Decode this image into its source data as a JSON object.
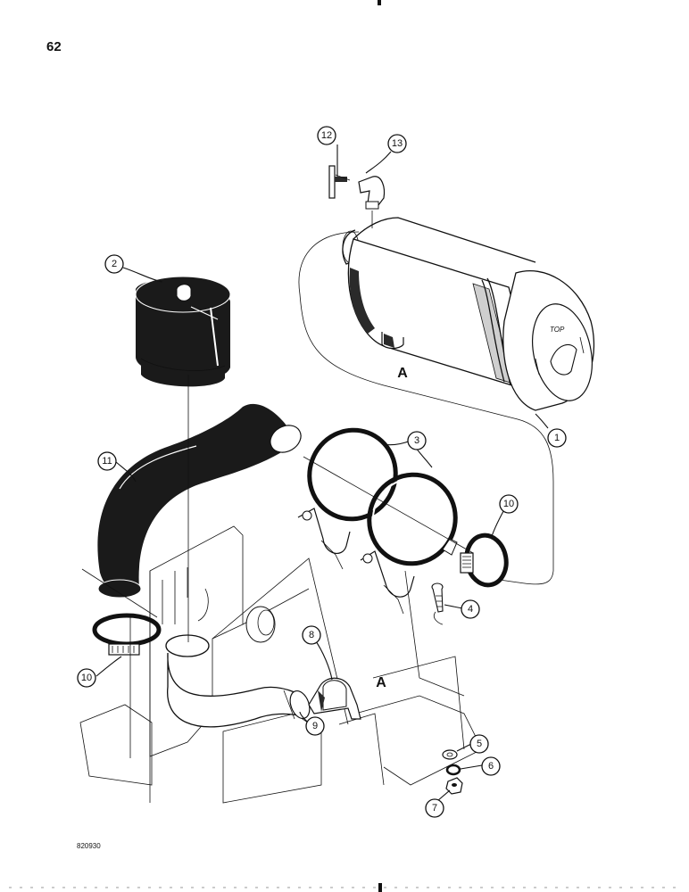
{
  "page": {
    "number": "62",
    "drawing_code": "820930"
  },
  "callouts": [
    {
      "id": "1",
      "label": "1"
    },
    {
      "id": "2",
      "label": "2"
    },
    {
      "id": "3",
      "label": "3"
    },
    {
      "id": "4",
      "label": "4"
    },
    {
      "id": "5",
      "label": "5"
    },
    {
      "id": "6",
      "label": "6"
    },
    {
      "id": "7",
      "label": "7"
    },
    {
      "id": "8",
      "label": "8"
    },
    {
      "id": "9",
      "label": "9"
    },
    {
      "id": "10a",
      "label": "10"
    },
    {
      "id": "10b",
      "label": "10"
    },
    {
      "id": "11",
      "label": "11"
    },
    {
      "id": "12",
      "label": "12"
    },
    {
      "id": "13",
      "label": "13"
    }
  ],
  "reference_letters": {
    "upper": "A",
    "lower": "A"
  },
  "air_cleaner_marking": "TOP"
}
